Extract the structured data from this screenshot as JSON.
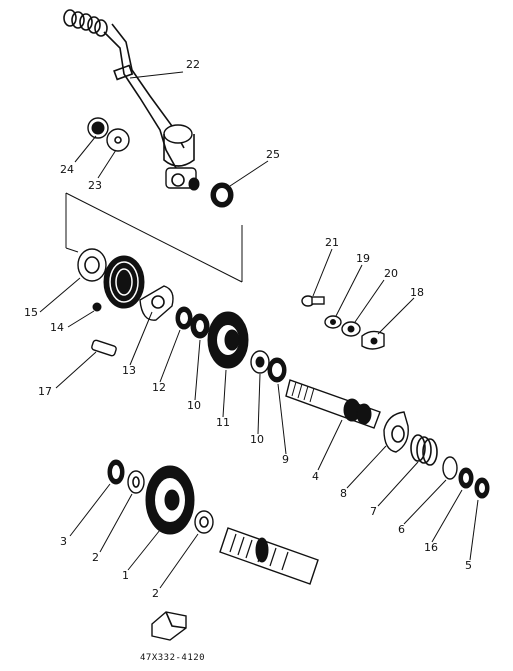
{
  "diagram": {
    "catalog_code": "47X332-4120",
    "callouts": {
      "p22": "22",
      "p24": "24",
      "p23": "23",
      "p25": "25",
      "p21": "21",
      "p19": "19",
      "p20": "20",
      "p18": "18",
      "p15": "15",
      "p14": "14",
      "p13": "13",
      "p12": "12",
      "p17": "17",
      "p10a": "10",
      "p11": "11",
      "p10b": "10",
      "p9": "9",
      "p4": "4",
      "p8": "8",
      "p7": "7",
      "p6": "6",
      "p16": "16",
      "p5": "5",
      "p3": "3",
      "p2a": "2",
      "p1": "1",
      "p2b": "2"
    }
  }
}
